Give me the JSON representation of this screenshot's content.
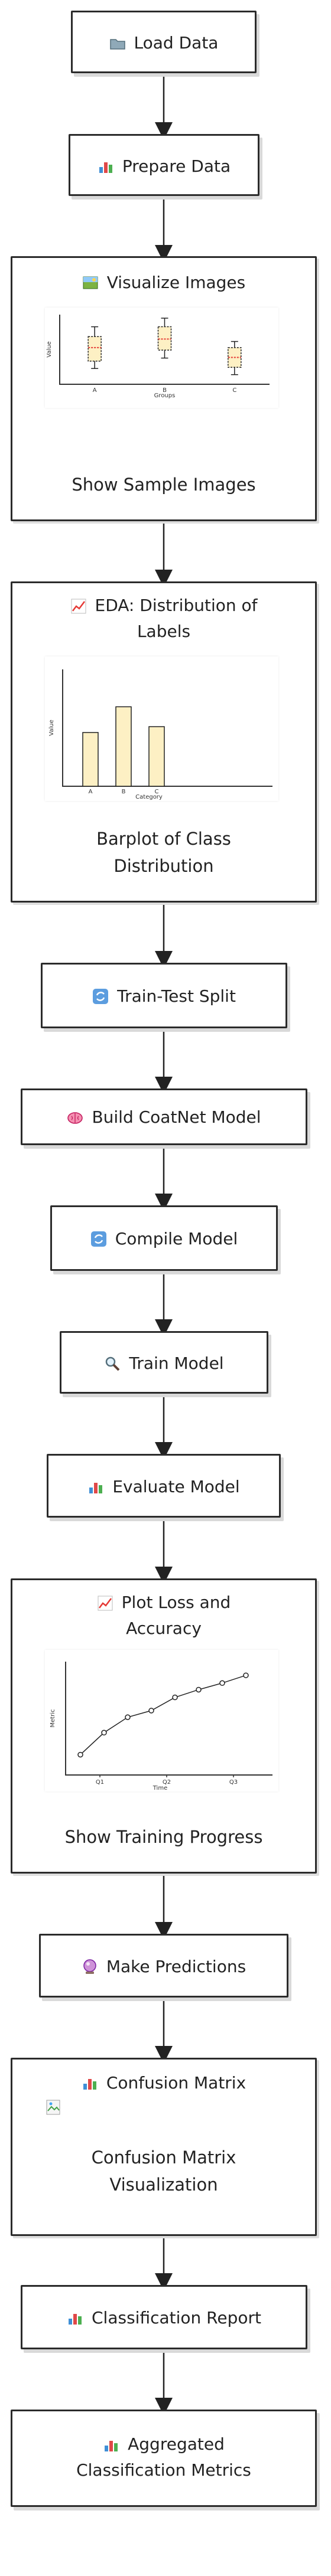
{
  "nodes": {
    "load_data": {
      "label": "Load Data",
      "icon": "folder-icon"
    },
    "prepare_data": {
      "label": "Prepare Data",
      "icon": "bar-chart-icon"
    },
    "visualize_images": {
      "label": "Visualize Images",
      "icon": "picture-icon",
      "caption": "Show Sample Images"
    },
    "eda": {
      "label_line1": "EDA: Distribution of",
      "label_line2": "Labels",
      "icon": "line-chart-icon",
      "caption_line1": "Barplot of Class",
      "caption_line2": "Distribution"
    },
    "split": {
      "label": "Train-Test Split",
      "icon": "cycle-icon"
    },
    "build": {
      "label": "Build CoatNet Model",
      "icon": "brain-icon"
    },
    "compile": {
      "label": "Compile Model",
      "icon": "cycle-icon"
    },
    "train": {
      "label": "Train Model",
      "icon": "magnifier-icon"
    },
    "evaluate": {
      "label": "Evaluate Model",
      "icon": "bar-chart-icon"
    },
    "plot": {
      "label_line1": "Plot Loss and",
      "label_line2": "Accuracy",
      "icon": "line-chart-icon",
      "caption": "Show Training Progress"
    },
    "predict": {
      "label": "Make Predictions",
      "icon": "crystal-ball-icon"
    },
    "confusion": {
      "label": "Confusion Matrix",
      "icon": "bar-chart-icon",
      "caption_line1": "Confusion Matrix",
      "caption_line2": "Visualization"
    },
    "report": {
      "label": "Classification Report",
      "icon": "bar-chart-icon"
    },
    "aggregated": {
      "label_line1": "Aggregated",
      "label_line2": "Classification Metrics",
      "icon": "bar-chart-icon"
    }
  },
  "plots": {
    "boxplot": {
      "ylabel": "Value",
      "xlabel": "Groups",
      "categories": [
        "A",
        "B",
        "C"
      ],
      "boxes": [
        {
          "q1": 0.3,
          "median": 0.52,
          "q3": 0.7,
          "min": 0.18,
          "max": 0.86
        },
        {
          "q1": 0.48,
          "median": 0.66,
          "q3": 0.86,
          "min": 0.35,
          "max": 1.0
        },
        {
          "q1": 0.2,
          "median": 0.36,
          "q3": 0.52,
          "min": 0.08,
          "max": 0.62
        }
      ]
    },
    "barplot": {
      "ylabel": "Value",
      "xlabel": "Category",
      "categories": [
        "A",
        "B",
        "C"
      ],
      "values": [
        0.46,
        0.68,
        0.51
      ]
    },
    "lineplot": {
      "ylabel": "Metric",
      "xlabel": "Time",
      "ticks": [
        "Q1",
        "Q2",
        "Q3"
      ],
      "values": [
        0.12,
        0.32,
        0.46,
        0.52,
        0.64,
        0.71,
        0.77,
        0.84
      ]
    }
  }
}
